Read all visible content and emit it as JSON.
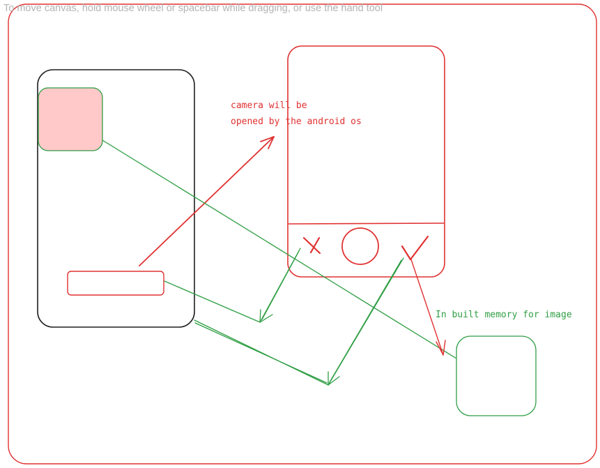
{
  "canvas": {
    "hint_text": "To move canvas, hold mouse wheel or spacebar while dragging, or use the hand tool"
  },
  "annotations": {
    "camera_line1": "camera will be",
    "camera_line2": "opened by the android os",
    "memory_label": "In built memory for image"
  },
  "colors": {
    "red_stroke": "#e03131",
    "green_stroke": "#2f9e44",
    "black_stroke": "#1e1e1e",
    "pink_fill": "#ffc9c9",
    "hint_gray": "#b3b3b3"
  },
  "icons": {
    "cancel": "x-icon",
    "capture": "circle-shutter-icon",
    "confirm": "check-icon"
  }
}
